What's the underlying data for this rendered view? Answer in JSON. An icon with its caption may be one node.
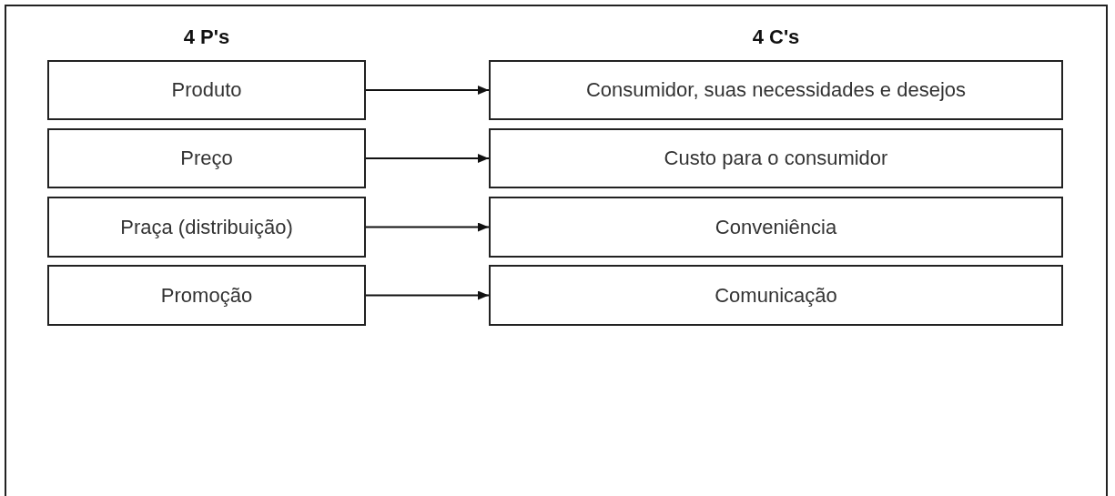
{
  "diagram": {
    "nodes": [
      {
        "text": [
          "Produto"
        ]
      },
      {
        "text": [
          "Preço"
        ]
      },
      {
        "text": [
          "Praça (distribuição)"
        ]
      },
      {
        "text": [
          "Promoção"
        ]
      },
      {
        "text": [
          "Consumidor, suas necessidades e desejos"
        ]
      },
      {
        "text": [
          "Custo para o consumidor"
        ]
      },
      {
        "text": [
          "Conveniência"
        ]
      },
      {
        "text": [
          "Comunicação"
        ]
      }
    ],
    "edges": [
      {
        "from": 0,
        "to": 4,
        "arrow": "to"
      },
      {
        "from": 1,
        "to": 5,
        "arrow": "to"
      },
      {
        "from": 2,
        "to": 6,
        "arrow": "to"
      },
      {
        "from": 3,
        "to": 7,
        "arrow": "to"
      }
    ],
    "labels": [
      "4 P's",
      "4 C's"
    ]
  }
}
